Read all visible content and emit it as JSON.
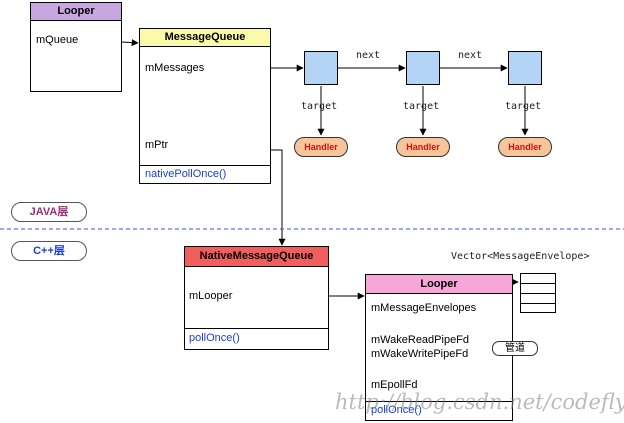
{
  "colors": {
    "looper_header": "#c8a6e0",
    "message_queue_header": "#fafaa8",
    "native_queue_header": "#f05e5e",
    "native_looper_header": "#f7a6d8",
    "message_node": "#b4d4f5",
    "handler_fill": "#f6c69a",
    "handler_text": "#d61010",
    "method_text": "#1a3fd6",
    "java_layer_text": "#9a2b7a",
    "cpp_layer_text": "#1a3fd6",
    "divider": "#3b57c8"
  },
  "java_looper": {
    "title": "Looper",
    "fields": [
      "mQueue"
    ]
  },
  "message_queue": {
    "title": "MessageQueue",
    "fields": [
      "mMessages",
      "mPtr"
    ],
    "methods": [
      "nativePollOnce()"
    ]
  },
  "message_chain": {
    "next_label": "next",
    "target_label": "target",
    "handler_label": "Handler",
    "node_count": 3
  },
  "layers": {
    "java": "JAVA层",
    "cpp": "C++层"
  },
  "native_message_queue": {
    "title": "NativeMessageQueue",
    "fields": [
      "mLooper"
    ],
    "methods": [
      "pollOnce()"
    ]
  },
  "native_looper": {
    "title": "Looper",
    "fields": [
      "mMessageEnvelopes",
      "mWakeReadPipeFd",
      "mWakeWritePipeFd",
      "mEpollFd"
    ],
    "methods": [
      "pollOnce()"
    ]
  },
  "vector": {
    "label": "Vector<MessageEnvelope>",
    "slots": 4
  },
  "pipe_label": "管道",
  "watermark": "http://blog.csdn.net/codefly"
}
